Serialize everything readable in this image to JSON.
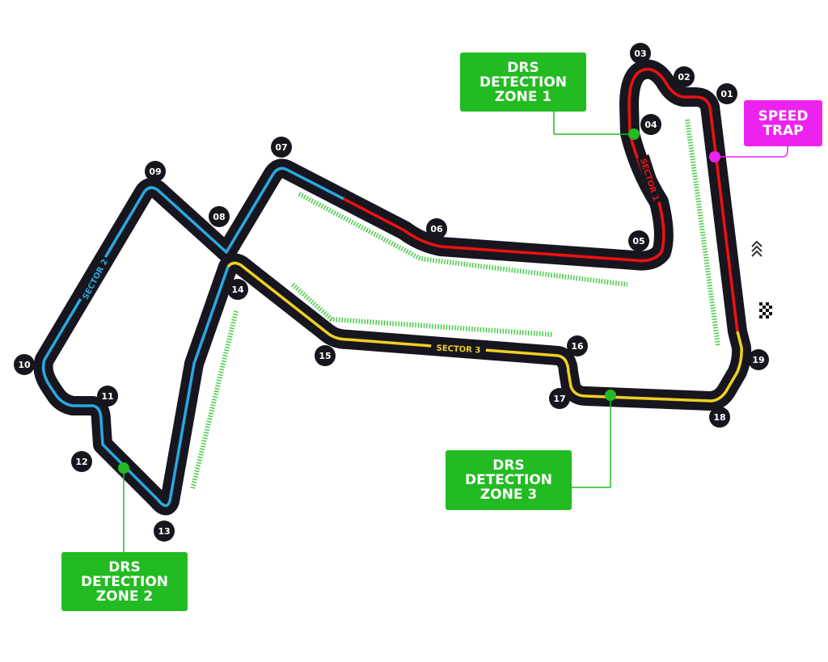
{
  "turns": [
    "01",
    "02",
    "03",
    "04",
    "05",
    "06",
    "07",
    "08",
    "09",
    "10",
    "11",
    "12",
    "13",
    "14",
    "15",
    "16",
    "17",
    "18",
    "19"
  ],
  "sectors": {
    "s1": "SECTOR 1",
    "s2": "SECTOR 2",
    "s3": "SECTOR 3"
  },
  "labels": {
    "drs1": [
      "DRS",
      "DETECTION",
      "ZONE 1"
    ],
    "drs2": [
      "DRS",
      "DETECTION",
      "ZONE 2"
    ],
    "drs3": [
      "DRS",
      "DETECTION",
      "ZONE 3"
    ],
    "speed_trap": [
      "SPEED",
      "TRAP"
    ]
  },
  "icons": [
    "drs-chevrons-icon",
    "checkered-flag-icon"
  ],
  "colors": {
    "track": "#17161f",
    "sector1": "#ee1111",
    "sector2": "#2aa8e0",
    "sector3": "#f0d020",
    "drs": "#22bb22",
    "speed_trap": "#ee22ee"
  }
}
